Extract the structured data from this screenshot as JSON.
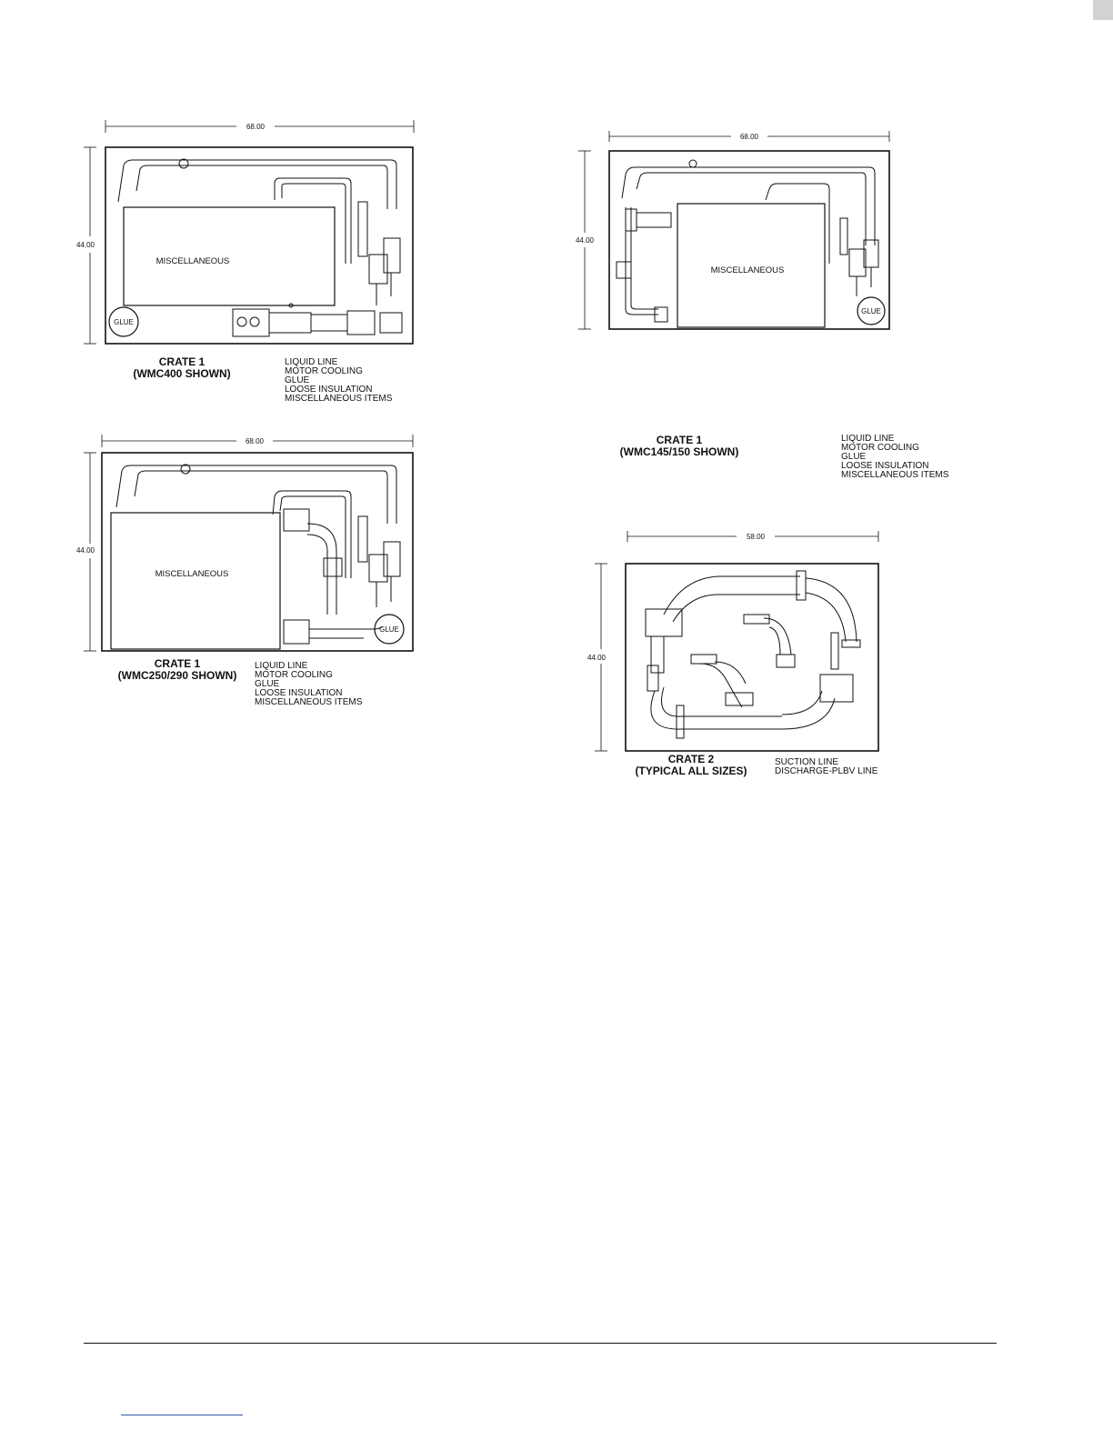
{
  "crates": [
    {
      "id": "crate-wmc400",
      "width_label": "68.00",
      "height_label": "44.00",
      "misc_label": "MISCELLANEOUS",
      "glue_label": "GLUE",
      "title": "CRATE 1",
      "subtitle": "(WMC400 SHOWN)",
      "items": [
        "LIQUID LINE",
        "MOTOR COOLING",
        "GLUE",
        "LOOSE INSULATION",
        "MISCELLANEOUS ITEMS"
      ]
    },
    {
      "id": "crate-wmc145",
      "width_label": "68.00",
      "height_label": "44.00",
      "misc_label": "MISCELLANEOUS",
      "glue_label": "GLUE",
      "title": "CRATE 1",
      "subtitle": "(WMC145/150 SHOWN)",
      "items": [
        "LIQUID LINE",
        "MOTOR COOLING",
        "GLUE",
        "LOOSE INSULATION",
        "MISCELLANEOUS ITEMS"
      ]
    },
    {
      "id": "crate-wmc250",
      "width_label": "68.00",
      "height_label": "44.00",
      "misc_label": "MISCELLANEOUS",
      "glue_label": "GLUE",
      "title": "CRATE 1",
      "subtitle": "(WMC250/290 SHOWN)",
      "items": [
        "LIQUID LINE",
        "MOTOR COOLING",
        "GLUE",
        "LOOSE INSULATION",
        "MISCELLANEOUS ITEMS"
      ]
    },
    {
      "id": "crate-2",
      "width_label": "58.00",
      "height_label": "44.00",
      "title": "CRATE 2",
      "subtitle": "(TYPICAL ALL SIZES)",
      "items": [
        "SUCTION LINE",
        "DISCHARGE-PLBV LINE"
      ]
    }
  ]
}
